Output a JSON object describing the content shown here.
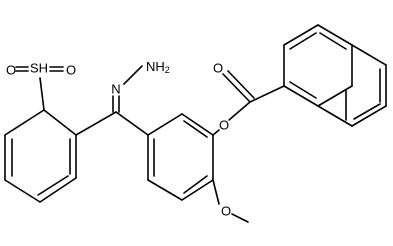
{
  "molecule": {
    "atoms": {
      "o1": "O",
      "s": "SH",
      "o2": "O",
      "nh2": "NH2",
      "n": "N",
      "o_ester": "O",
      "o_carbonyl": "O",
      "o_methoxy": "O"
    }
  },
  "colors": {
    "bond": "#000000",
    "label": "#000000",
    "background": "#ffffff"
  }
}
